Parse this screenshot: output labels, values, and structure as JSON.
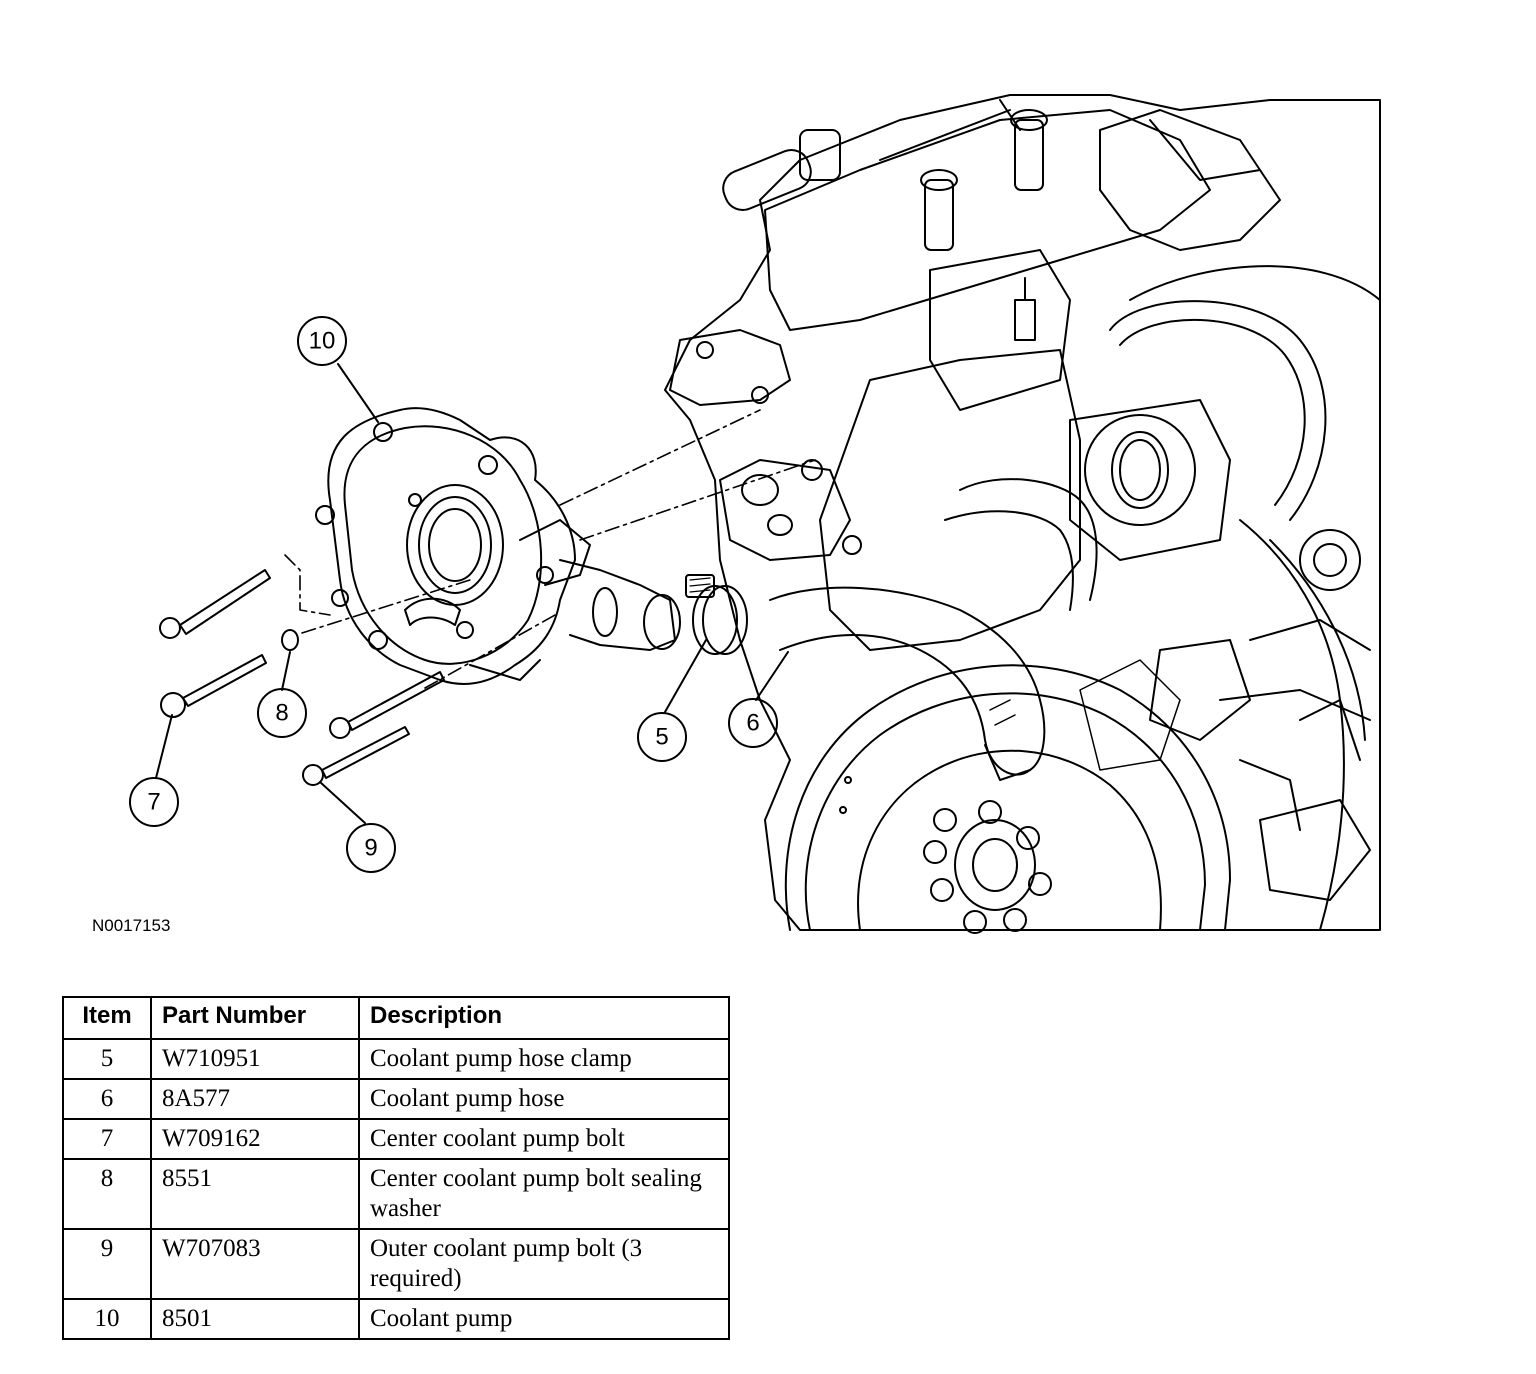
{
  "figure": {
    "id": "N0017153",
    "callouts": [
      "10",
      "8",
      "7",
      "9",
      "5",
      "6"
    ]
  },
  "table": {
    "headers": [
      "Item",
      "Part Number",
      "Description"
    ],
    "rows": [
      [
        "5",
        "W710951",
        "Coolant pump hose clamp"
      ],
      [
        "6",
        "8A577",
        "Coolant pump hose"
      ],
      [
        "7",
        "W709162",
        "Center coolant pump bolt"
      ],
      [
        "8",
        "8551",
        "Center coolant pump bolt sealing washer"
      ],
      [
        "9",
        "W707083",
        "Outer coolant pump bolt (3 required)"
      ],
      [
        "10",
        "8501",
        "Coolant pump"
      ]
    ]
  }
}
